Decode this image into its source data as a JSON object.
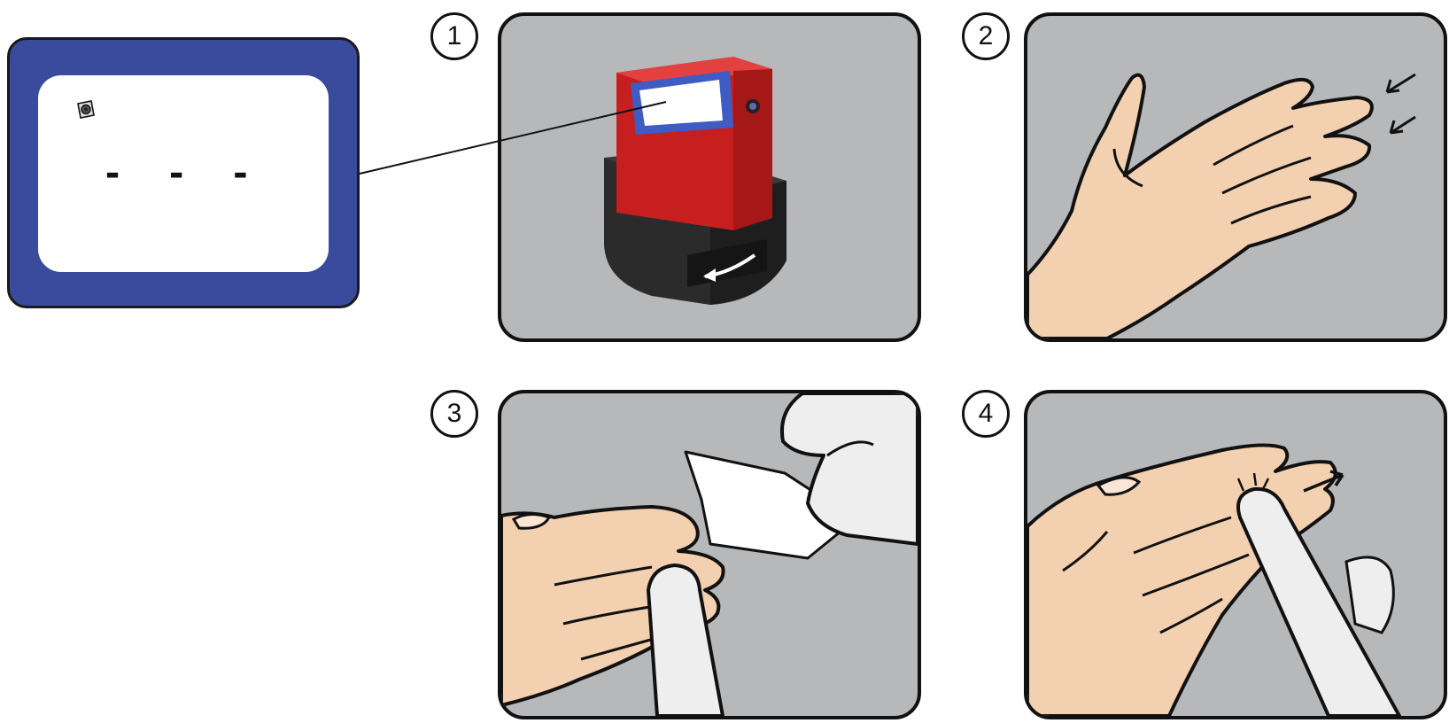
{
  "display": {
    "icon": "cartridge-icon",
    "reading": "- - -",
    "frame_color": "#3a4a9c",
    "screen_color": "#ffffff"
  },
  "steps": [
    {
      "number": "1",
      "icon": "analyzer-device-icon"
    },
    {
      "number": "2",
      "icon": "hand-with-arrows-icon"
    },
    {
      "number": "3",
      "icon": "wipe-hand-icon"
    },
    {
      "number": "4",
      "icon": "finger-massage-icon"
    }
  ],
  "colors": {
    "panel_bg": "#b7b8ba",
    "skin": "#f3d0b0",
    "glove": "#eeeeee",
    "device_red": "#d62828",
    "device_base": "#2b2b2b",
    "outline": "#111111"
  }
}
